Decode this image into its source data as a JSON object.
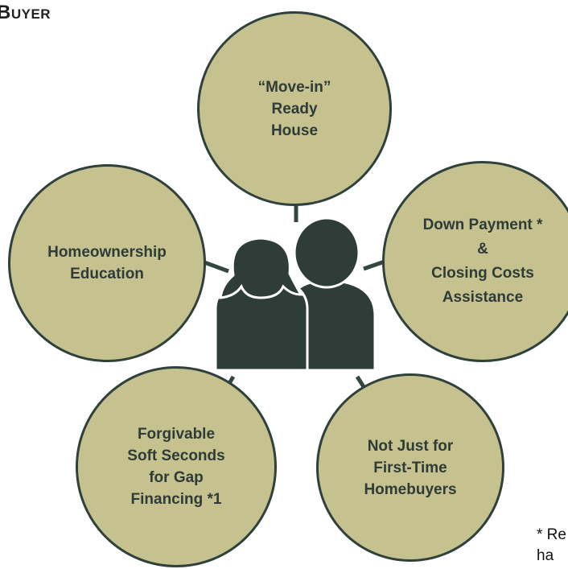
{
  "header": {
    "title": "Buyer"
  },
  "diagram": {
    "center": {
      "icon": "couple-silhouette-icon"
    },
    "circles": [
      {
        "label": "“Move-in”\nReady\nHouse"
      },
      {
        "label": "Homeownership\nEducation"
      },
      {
        "label": "Down Payment *\n&\nClosing Costs\nAssistance"
      },
      {
        "label": "Forgivable\nSoft Seconds\nfor Gap\nFinancing *1"
      },
      {
        "label": "Not Just for\nFirst-Time\nHomebuyers"
      }
    ]
  },
  "footnote": {
    "text": "* Re\n   ha"
  },
  "colors": {
    "circle_fill": "#c6c290",
    "circle_border": "#2f413b",
    "icon_fill": "#2e3d38",
    "connector": "#34473f"
  }
}
